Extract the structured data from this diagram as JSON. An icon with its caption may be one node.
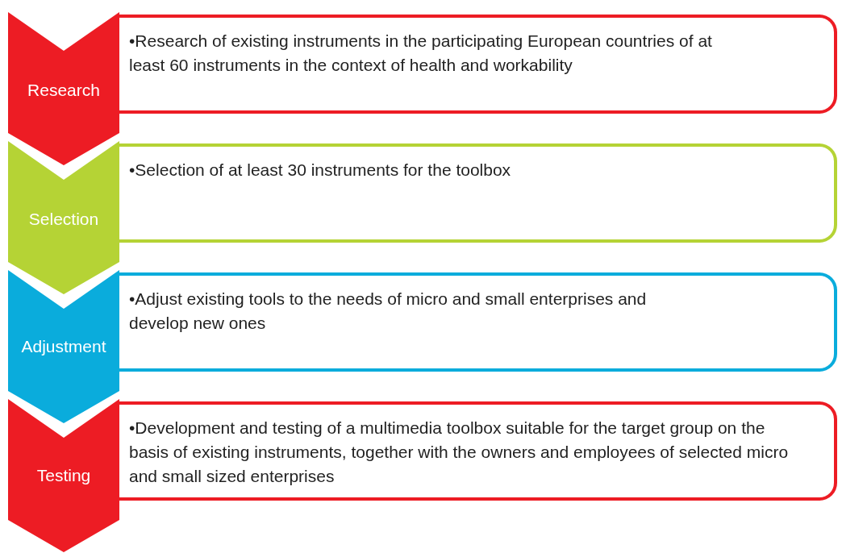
{
  "diagram": {
    "nodes": [
      {
        "text": [
          "Research"
        ]
      },
      {
        "text": [
          "•Research of existing instruments in the participating European countries of at least 60 instruments in the context of health and workability"
        ]
      },
      {
        "text": [
          "Selection"
        ]
      },
      {
        "text": [
          "•Selection of at least 30 instruments for the toolbox"
        ]
      },
      {
        "text": [
          "Adjustment"
        ]
      },
      {
        "text": [
          "•Adjust existing tools to the needs of micro and small enterprises and develop new ones"
        ]
      },
      {
        "text": [
          "Testing"
        ]
      },
      {
        "text": [
          "•Development and testing of a multimedia toolbox suitable for the target group on the basis of existing instruments, together with the owners and employees of selected micro and small sized enterprises"
        ]
      }
    ],
    "edges": []
  }
}
